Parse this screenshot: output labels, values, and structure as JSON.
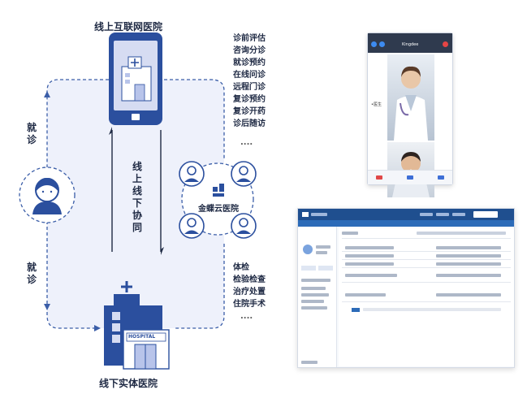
{
  "online_hospital": {
    "title": "线上互联网医院"
  },
  "offline_hospital": {
    "title": "线下实体医院"
  },
  "patient_side": {
    "top_label": "就诊",
    "bottom_label": "就诊"
  },
  "coordination_label": "线上线下协同",
  "cloud_platform": {
    "name": "金蝶云医院"
  },
  "online_services": [
    "诊前评估",
    "咨询分诊",
    "就诊预约",
    "在线问诊",
    "远程门诊",
    "复诊预约",
    "复诊开药",
    "诊后随访"
  ],
  "offline_services": [
    "体检",
    "检验检查",
    "治疗处置",
    "住院手术"
  ],
  "ellipsis_online": "....",
  "ellipsis_offline": "....",
  "hospital_sign": "HOSPITAL",
  "phone_app": {
    "caller_name": "Kingdee",
    "side_label": "•医生"
  },
  "colors": {
    "primary": "#2b4f9e",
    "dash": "#3b5ea8",
    "panel": "#eef1fb",
    "dark_text": "#1f2a44"
  }
}
